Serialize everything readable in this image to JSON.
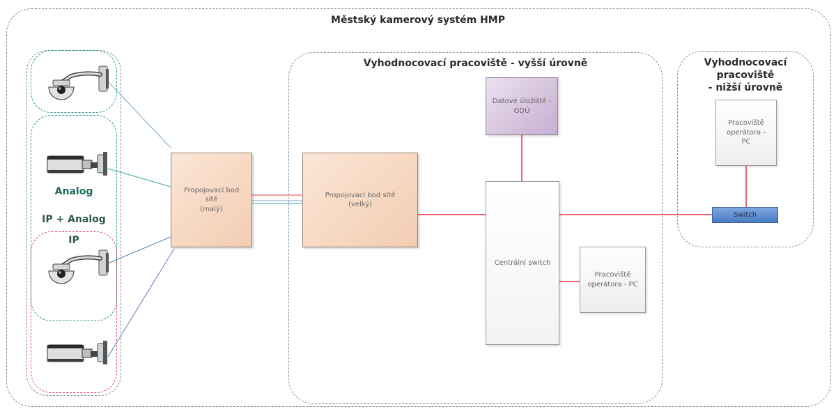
{
  "title": "Městský kamerový systém HMP",
  "regions": {
    "upper": "Vyhodnocovací pracoviště - vyšší úrovně",
    "lower": "Vyhodnocovací\npracoviště\n- nižší úrovně",
    "analog": "Analog",
    "ip_analog": "IP + Analog",
    "ip": "IP"
  },
  "nodes": {
    "node_small": "Propojovací bod\nsítě\n(malý)",
    "node_large": "Propojovací bod sítě\n(velký)",
    "storage": "Datové úložiště -\nODÚ",
    "central_switch": "Centrální switch",
    "operator_pc_upper": "Pracoviště\noperátora - PC",
    "operator_pc_lower": "Pracoviště\noperátora -\nPC",
    "switch": "Switch"
  },
  "cameras": [
    {
      "type": "dome-camera"
    },
    {
      "type": "bullet-camera"
    },
    {
      "type": "dome-camera"
    },
    {
      "type": "bullet-camera"
    }
  ],
  "colors": {
    "link_red": "#e8343f",
    "link_blue": "#7fa8c8",
    "link_teal": "#3aa8a0",
    "analog_border": "#2a9c8c",
    "ip_border": "#e0507a",
    "switch_blue": "#5a86c8"
  }
}
